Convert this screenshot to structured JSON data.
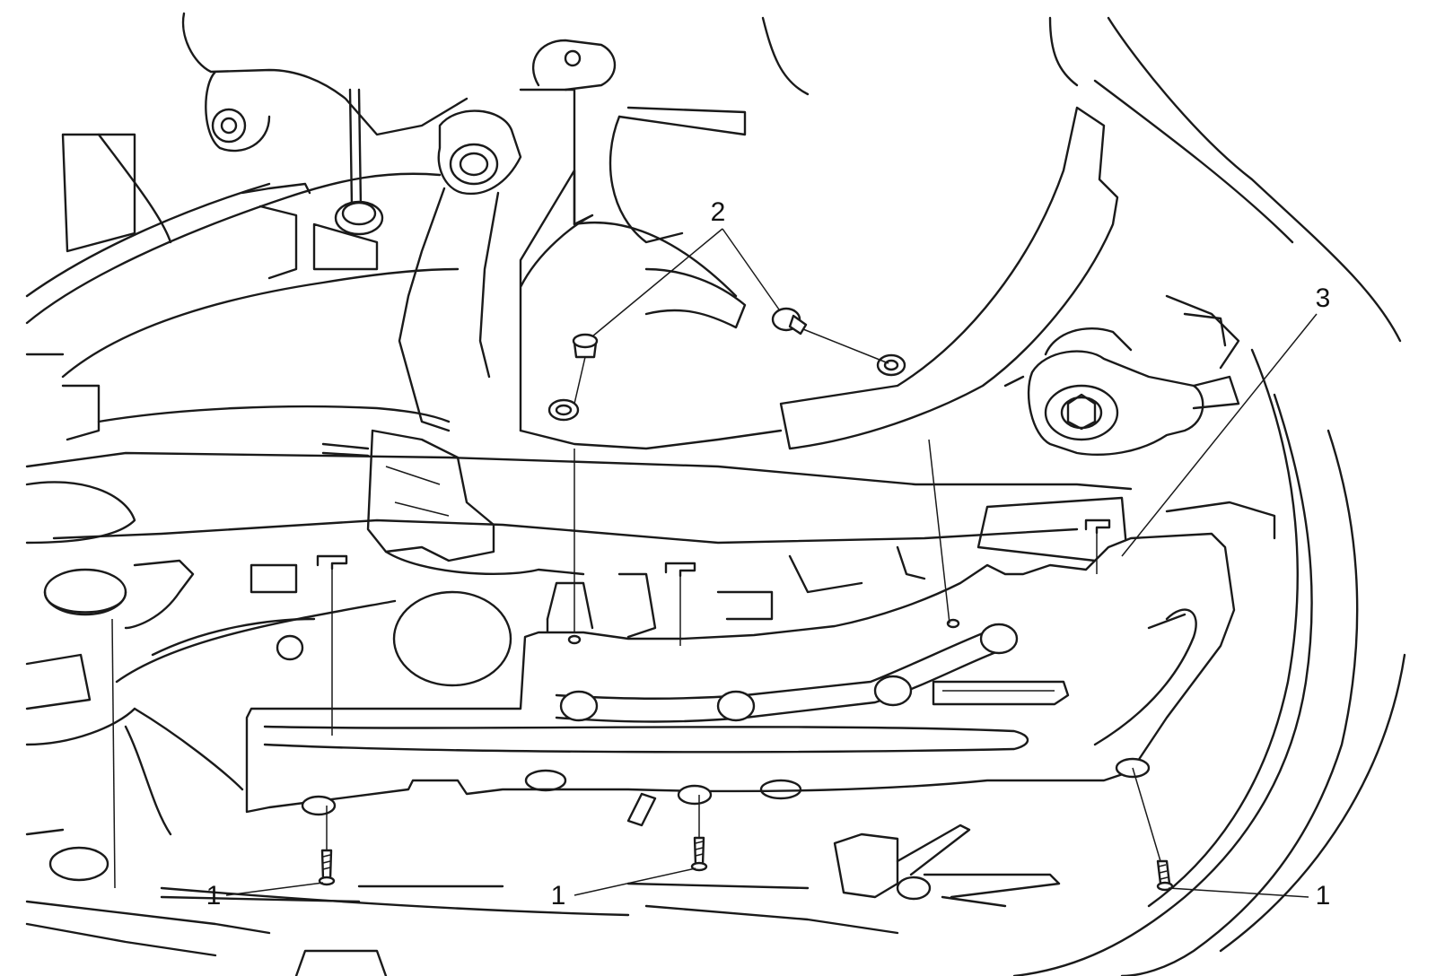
{
  "callouts": {
    "label_1": "1",
    "label_2": "2",
    "label_3": "3"
  },
  "colors": {
    "line": "#1a1a1a",
    "background": "#ffffff"
  }
}
